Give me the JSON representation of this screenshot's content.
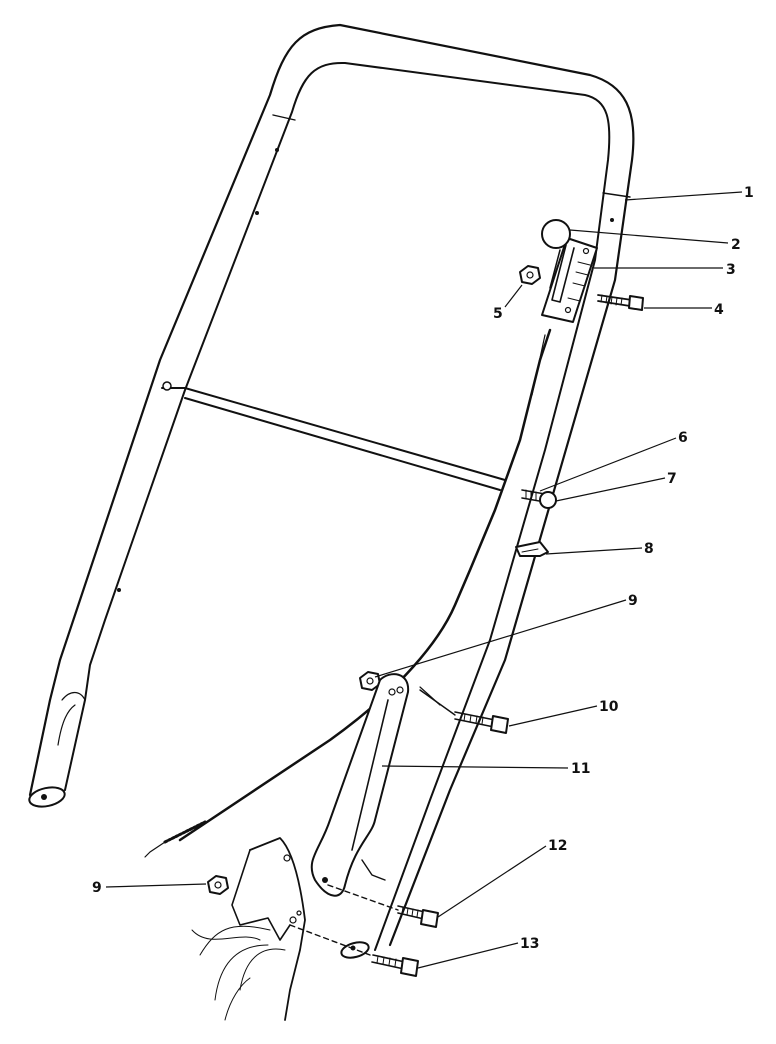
{
  "callouts": [
    {
      "id": "1",
      "label": "1"
    },
    {
      "id": "2",
      "label": "2"
    },
    {
      "id": "3",
      "label": "3"
    },
    {
      "id": "4",
      "label": "4"
    },
    {
      "id": "5",
      "label": "5"
    },
    {
      "id": "6",
      "label": "6"
    },
    {
      "id": "7",
      "label": "7"
    },
    {
      "id": "8",
      "label": "8"
    },
    {
      "id": "9a",
      "label": "9"
    },
    {
      "id": "10",
      "label": "10"
    },
    {
      "id": "11",
      "label": "11"
    },
    {
      "id": "12",
      "label": "12"
    },
    {
      "id": "13",
      "label": "13"
    },
    {
      "id": "9b",
      "label": "9"
    }
  ],
  "colors": {
    "ink": "#111111",
    "background": "#ffffff"
  }
}
